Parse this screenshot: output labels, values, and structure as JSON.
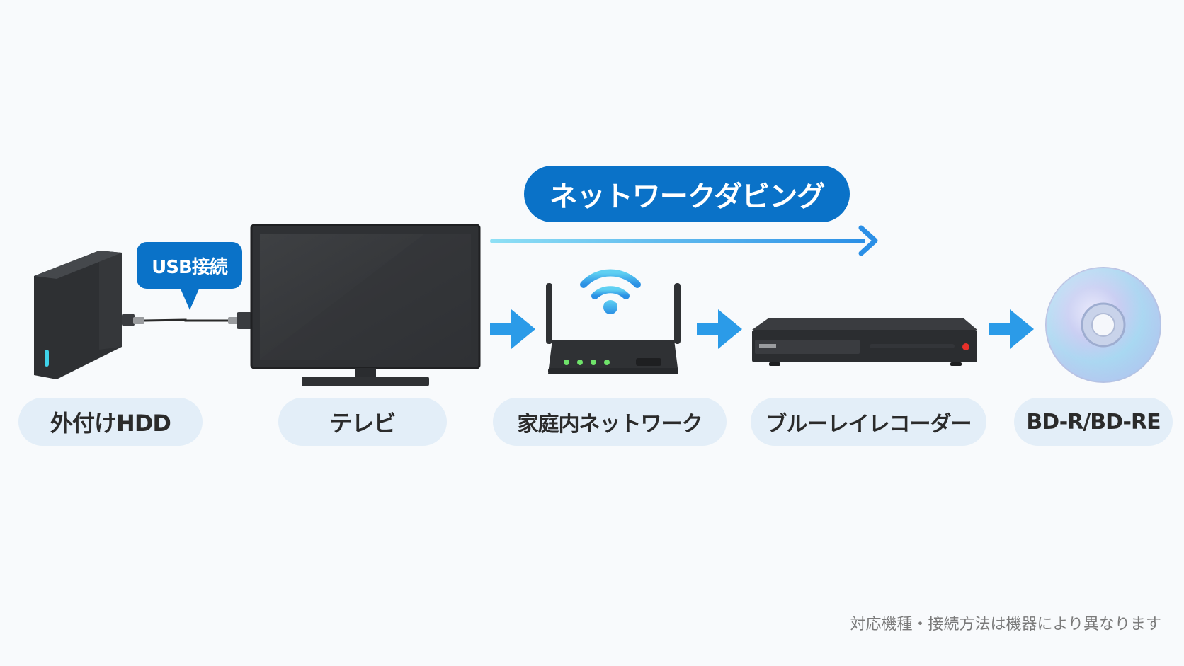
{
  "banner": {
    "label": "ネットワークダビング"
  },
  "usb_bubble": {
    "label": "USB接続"
  },
  "labels": {
    "hdd": "外付けHDD",
    "tv": "テレビ",
    "network": "家庭内ネットワーク",
    "recorder": "ブルーレイレコーダー",
    "disc": "BD-R/BD-RE"
  },
  "footnote": "対応機種・接続方法は機器により異なります",
  "icons": {
    "hdd": "external-hdd-icon",
    "tv": "television-icon",
    "router": "wifi-router-icon",
    "recorder": "bluray-recorder-icon",
    "disc": "optical-disc-icon"
  },
  "colors": {
    "accent_blue": "#0a72c8",
    "arrow_blue": "#2b9be8",
    "pill_bg": "#e3eef8",
    "device_dark": "#2f3134",
    "background": "#f8fafc"
  }
}
